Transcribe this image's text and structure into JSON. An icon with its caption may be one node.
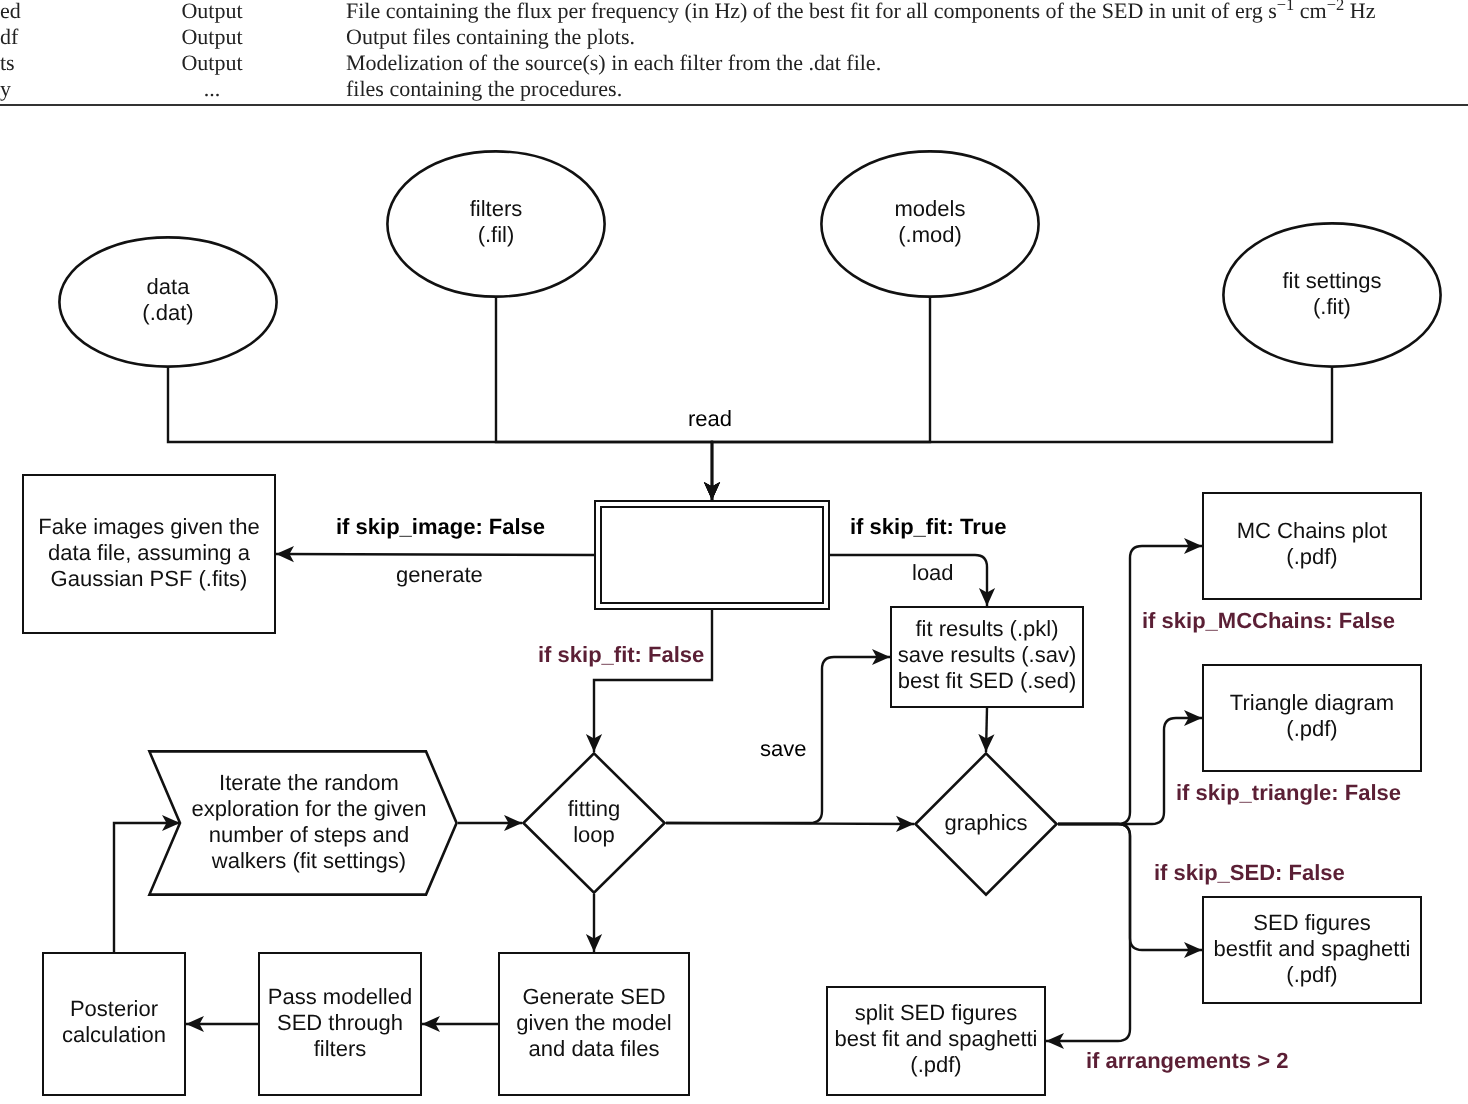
{
  "diagram": {
    "nodes": [
      {
        "text": [
          "data (.dat)"
        ]
      },
      {
        "text": [
          "filters (.fil)"
        ]
      },
      {
        "text": [
          "models (.mod)"
        ]
      },
      {
        "text": [
          "fit settings (.fit)"
        ]
      },
      {
        "text": [],
        "shape": "box"
      },
      {
        "text": [
          "Fake images given the data file, assuming a Gaussian PSF (.fits)"
        ]
      },
      {
        "text": [
          "fitting loop"
        ]
      },
      {
        "text": [
          "Iterate the random exploration for the given number of steps and walkers (fit settings)"
        ]
      },
      {
        "text": [
          "Generate SED given the model and data files"
        ]
      },
      {
        "text": [
          "Pass modelled SED through filters"
        ]
      },
      {
        "text": [
          "Posterior calculation"
        ]
      },
      {
        "text": [
          "fit results (.pkl)",
          "save results (.sav)",
          "best fit SED (.sed)"
        ]
      },
      {
        "text": [
          "graphics"
        ]
      },
      {
        "text": [
          "MC Chains plot (.pdf)"
        ]
      },
      {
        "text": [
          "Triangle diagram (.pdf)"
        ]
      },
      {
        "text": [
          "SED figures",
          "bestfit and spaghetti (.pdf)"
        ]
      },
      {
        "text": [
          "split SED figures",
          "best fit and spaghetti (.pdf)"
        ]
      }
    ],
    "edges": [
      {
        "from": 0,
        "to": 4,
        "arrow": "to",
        "label": "read"
      },
      {
        "from": 1,
        "to": 4,
        "arrow": "to"
      },
      {
        "from": 2,
        "to": 4,
        "arrow": "to"
      },
      {
        "from": 3,
        "to": 4,
        "arrow": "to"
      },
      {
        "from": 4,
        "to": 5,
        "arrow": "to",
        "label": "if skip_image: False"
      },
      {
        "from": 4,
        "to": 11,
        "arrow": "to",
        "label": "if skip_fit: True"
      },
      {
        "from": 4,
        "to": 6,
        "arrow": "to",
        "label": "if skip_fit: False"
      },
      {
        "from": 6,
        "to": 11,
        "arrow": "to",
        "label": "save"
      },
      {
        "from": 6,
        "to": 12,
        "arrow": "to"
      },
      {
        "from": 11,
        "to": 12,
        "arrow": "to"
      },
      {
        "from": 7,
        "to": 6,
        "arrow": "to"
      },
      {
        "from": 6,
        "to": 8,
        "arrow": "to"
      },
      {
        "from": 8,
        "to": 9,
        "arrow": "to"
      },
      {
        "from": 9,
        "to": 10,
        "arrow": "to"
      },
      {
        "from": 10,
        "to": 7,
        "arrow": "to"
      },
      {
        "from": 12,
        "to": 13,
        "arrow": "to",
        "label": "if skip_MCChains: False"
      },
      {
        "from": 12,
        "to": 14,
        "arrow": "to",
        "label": "if skip_triangle: False"
      },
      {
        "from": 12,
        "to": 15,
        "arrow": "to",
        "label": "if skip_SED: False"
      },
      {
        "from": 12,
        "to": 16,
        "arrow": "to",
        "label": "if arrangements > 2"
      }
    ],
    "labels": [
      "ed",
      "Output",
      "File containing the flux per frequency (in Hz) of the best fit for all components of the SED in unit of erg s$^{−1}$ cm$^{−2}$ Hz",
      "df",
      "Output",
      "Output files containing the plots.",
      "ts",
      "Output",
      "Modelization of the source(s) in each filter from the .dat file.",
      "y",
      "...",
      "files containing the procedures.",
      "generate",
      "load"
    ]
  }
}
